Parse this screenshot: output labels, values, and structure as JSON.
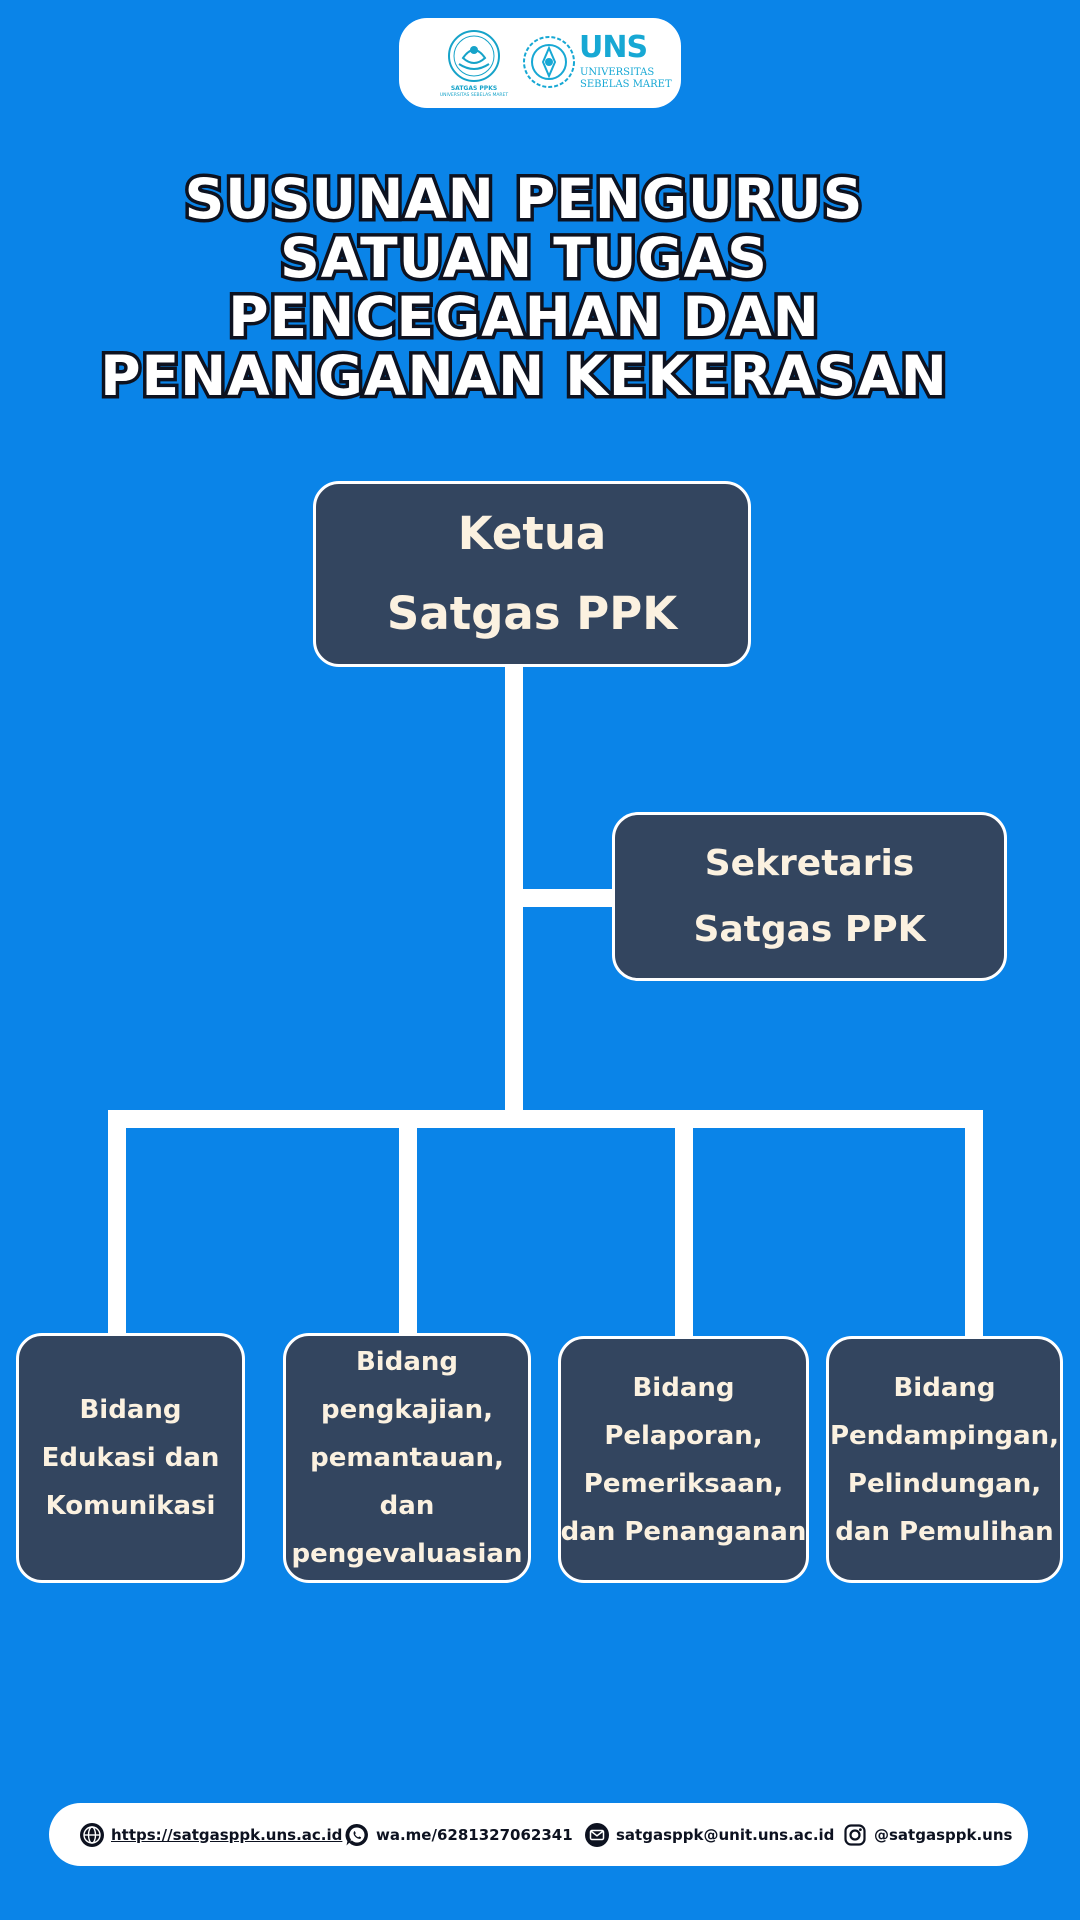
{
  "logos": {
    "satgas_logo": {
      "icon": "satgas-ppk-seal-logo",
      "line1": "SATGAS PPKS",
      "line2": "UNIVERSITAS SEBELAS MARET"
    },
    "uns_logo": {
      "icon": "uns-emblem",
      "abbr": "UNS",
      "line1": "UNIVERSITAS",
      "line2": "SEBELAS MARET"
    }
  },
  "title": {
    "line1": "SUSUNAN PENGURUS",
    "line2": "SATUAN TUGAS",
    "line3": "PENCEGAHAN DAN",
    "line4": "PENANGANAN KEKERASAN"
  },
  "org": {
    "ketua": {
      "line1": "Ketua",
      "line2": "Satgas PPK"
    },
    "sekretaris": {
      "line1": "Sekretaris",
      "line2": "Satgas PPK"
    },
    "bidang": [
      {
        "lines": [
          "Bidang",
          "Edukasi dan",
          "Komunikasi"
        ]
      },
      {
        "lines": [
          "Bidang",
          "pengkajian,",
          "pemantauan,",
          "dan",
          "pengevaluasian"
        ]
      },
      {
        "lines": [
          "Bidang",
          "Pelaporan,",
          "Pemeriksaan,",
          "dan Penanganan"
        ]
      },
      {
        "lines": [
          "Bidang",
          "Pendampingan,",
          "Pelindungan,",
          "dan Pemulihan"
        ]
      }
    ]
  },
  "footer": {
    "website": {
      "icon": "globe-icon",
      "text": "https://satgasppk.uns.ac.id"
    },
    "whatsapp": {
      "icon": "whatsapp-icon",
      "text": "wa.me/6281327062341"
    },
    "email": {
      "icon": "mail-icon",
      "text": "satgasppk@unit.uns.ac.id"
    },
    "instagram": {
      "icon": "instagram-icon",
      "text": "@satgasppk.uns"
    }
  },
  "colors": {
    "background": "#0a84e8",
    "box_fill": "#33455f",
    "box_text": "#fbf1e0",
    "logo_accent": "#17a8d4"
  }
}
